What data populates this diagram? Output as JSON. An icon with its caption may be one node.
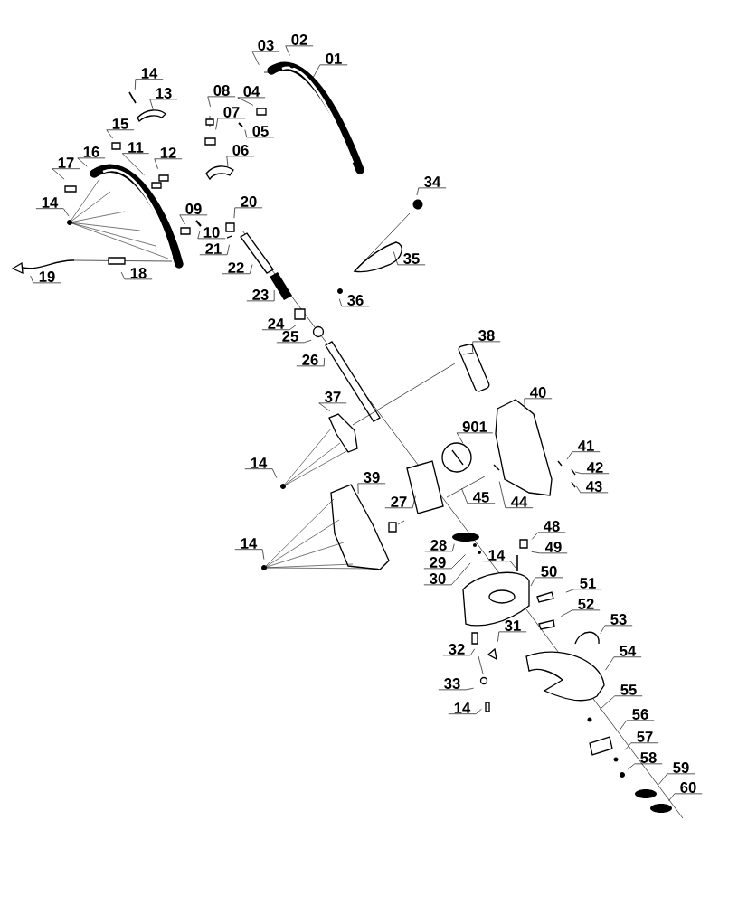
{
  "diagram": {
    "nodes": [
      {
        "text": [
          "02"
        ]
      },
      {
        "text": [
          "03"
        ]
      },
      {
        "text": [
          "01"
        ]
      },
      {
        "text": [
          "14"
        ]
      },
      {
        "text": [
          "08"
        ]
      },
      {
        "text": [
          "04"
        ]
      },
      {
        "text": [
          "13"
        ]
      },
      {
        "text": [
          "07"
        ]
      },
      {
        "text": [
          "15"
        ]
      },
      {
        "text": [
          "05"
        ]
      },
      {
        "text": [
          "11"
        ]
      },
      {
        "text": [
          "06"
        ]
      },
      {
        "text": [
          "16"
        ]
      },
      {
        "text": [
          "12"
        ]
      },
      {
        "text": [
          "17"
        ]
      },
      {
        "text": [
          "34"
        ]
      },
      {
        "text": [
          "20"
        ]
      },
      {
        "text": [
          "14"
        ]
      },
      {
        "text": [
          "09"
        ]
      },
      {
        "text": [
          "10"
        ]
      },
      {
        "text": [
          "21"
        ]
      },
      {
        "text": [
          "35"
        ]
      },
      {
        "text": [
          "22"
        ]
      },
      {
        "text": [
          "18"
        ]
      },
      {
        "text": [
          "19"
        ]
      },
      {
        "text": [
          "23"
        ]
      },
      {
        "text": [
          "36"
        ]
      },
      {
        "text": [
          "24"
        ]
      },
      {
        "text": [
          "38"
        ]
      },
      {
        "text": [
          "25"
        ]
      },
      {
        "text": [
          "26"
        ]
      },
      {
        "text": [
          "40"
        ]
      },
      {
        "text": [
          "37"
        ]
      },
      {
        "text": [
          "901"
        ]
      },
      {
        "text": [
          "41"
        ]
      },
      {
        "text": [
          "14"
        ]
      },
      {
        "text": [
          "42"
        ]
      },
      {
        "text": [
          "39"
        ]
      },
      {
        "text": [
          "43"
        ]
      },
      {
        "text": [
          "45"
        ]
      },
      {
        "text": [
          "27"
        ]
      },
      {
        "text": [
          "44"
        ]
      },
      {
        "text": [
          "48"
        ]
      },
      {
        "text": [
          "28"
        ]
      },
      {
        "text": [
          "49"
        ]
      },
      {
        "text": [
          "14"
        ]
      },
      {
        "text": [
          "14"
        ]
      },
      {
        "text": [
          "29"
        ]
      },
      {
        "text": [
          "50"
        ]
      },
      {
        "text": [
          "30"
        ]
      },
      {
        "text": [
          "51"
        ]
      },
      {
        "text": [
          "52"
        ]
      },
      {
        "text": [
          "53"
        ]
      },
      {
        "text": [
          "31"
        ]
      },
      {
        "text": [
          "32"
        ]
      },
      {
        "text": [
          "54"
        ]
      },
      {
        "text": [
          "33"
        ]
      },
      {
        "text": [
          "55"
        ]
      },
      {
        "text": [
          "14"
        ]
      },
      {
        "text": [
          "56"
        ]
      },
      {
        "text": [
          "57"
        ]
      },
      {
        "text": [
          "58"
        ]
      },
      {
        "text": [
          "59"
        ]
      },
      {
        "text": [
          "60"
        ]
      }
    ],
    "edges": [
      {
        "from": 0,
        "to": null,
        "arrow": "none"
      },
      {
        "from": 1,
        "to": null,
        "arrow": "none"
      },
      {
        "from": 2,
        "to": null,
        "arrow": "none"
      },
      {
        "from": 3,
        "to": null,
        "arrow": "none"
      },
      {
        "from": 4,
        "to": null,
        "arrow": "none"
      },
      {
        "from": 5,
        "to": null,
        "arrow": "none"
      },
      {
        "from": 6,
        "to": null,
        "arrow": "none"
      },
      {
        "from": 7,
        "to": null,
        "arrow": "none"
      },
      {
        "from": 8,
        "to": null,
        "arrow": "none"
      },
      {
        "from": 9,
        "to": null,
        "arrow": "none"
      },
      {
        "from": 10,
        "to": null,
        "arrow": "none"
      },
      {
        "from": 11,
        "to": null,
        "arrow": "none"
      },
      {
        "from": 12,
        "to": null,
        "arrow": "none"
      },
      {
        "from": 13,
        "to": null,
        "arrow": "none"
      },
      {
        "from": 14,
        "to": null,
        "arrow": "none"
      },
      {
        "from": 15,
        "to": null,
        "arrow": "none"
      },
      {
        "from": 16,
        "to": null,
        "arrow": "none"
      },
      {
        "from": 17,
        "to": null,
        "arrow": "none"
      },
      {
        "from": 18,
        "to": null,
        "arrow": "none"
      },
      {
        "from": 19,
        "to": null,
        "arrow": "none"
      },
      {
        "from": 20,
        "to": null,
        "arrow": "none"
      },
      {
        "from": 21,
        "to": null,
        "arrow": "none"
      },
      {
        "from": 22,
        "to": null,
        "arrow": "none"
      },
      {
        "from": 23,
        "to": null,
        "arrow": "none"
      },
      {
        "from": 24,
        "to": null,
        "arrow": "none"
      },
      {
        "from": 25,
        "to": null,
        "arrow": "none"
      },
      {
        "from": 26,
        "to": null,
        "arrow": "none"
      },
      {
        "from": 27,
        "to": null,
        "arrow": "none"
      },
      {
        "from": 28,
        "to": null,
        "arrow": "none"
      },
      {
        "from": 29,
        "to": null,
        "arrow": "none"
      },
      {
        "from": 30,
        "to": null,
        "arrow": "none"
      },
      {
        "from": 31,
        "to": null,
        "arrow": "none"
      },
      {
        "from": 32,
        "to": null,
        "arrow": "none"
      },
      {
        "from": 33,
        "to": null,
        "arrow": "none"
      },
      {
        "from": 34,
        "to": null,
        "arrow": "none"
      },
      {
        "from": 35,
        "to": null,
        "arrow": "none"
      },
      {
        "from": 36,
        "to": null,
        "arrow": "none"
      },
      {
        "from": 37,
        "to": null,
        "arrow": "none"
      },
      {
        "from": 38,
        "to": null,
        "arrow": "none"
      },
      {
        "from": 39,
        "to": null,
        "arrow": "none"
      },
      {
        "from": 40,
        "to": null,
        "arrow": "none"
      },
      {
        "from": 41,
        "to": null,
        "arrow": "none"
      },
      {
        "from": 42,
        "to": null,
        "arrow": "none"
      },
      {
        "from": 43,
        "to": null,
        "arrow": "none"
      },
      {
        "from": 44,
        "to": null,
        "arrow": "none"
      },
      {
        "from": 45,
        "to": null,
        "arrow": "none"
      },
      {
        "from": 46,
        "to": null,
        "arrow": "none"
      },
      {
        "from": 47,
        "to": null,
        "arrow": "none"
      },
      {
        "from": 48,
        "to": null,
        "arrow": "none"
      },
      {
        "from": 49,
        "to": null,
        "arrow": "none"
      },
      {
        "from": 50,
        "to": null,
        "arrow": "none"
      },
      {
        "from": 51,
        "to": null,
        "arrow": "none"
      },
      {
        "from": 52,
        "to": null,
        "arrow": "none"
      },
      {
        "from": 53,
        "to": null,
        "arrow": "none"
      },
      {
        "from": 54,
        "to": null,
        "arrow": "none"
      },
      {
        "from": 55,
        "to": null,
        "arrow": "none"
      },
      {
        "from": 56,
        "to": null,
        "arrow": "none"
      },
      {
        "from": 57,
        "to": null,
        "arrow": "none"
      },
      {
        "from": 58,
        "to": null,
        "arrow": "none"
      },
      {
        "from": 59,
        "to": null,
        "arrow": "none"
      },
      {
        "from": 60,
        "to": null,
        "arrow": "none"
      },
      {
        "from": 61,
        "to": null,
        "arrow": "none"
      },
      {
        "from": 62,
        "to": null,
        "arrow": "none"
      },
      {
        "from": 63,
        "to": null,
        "arrow": "none"
      }
    ]
  }
}
